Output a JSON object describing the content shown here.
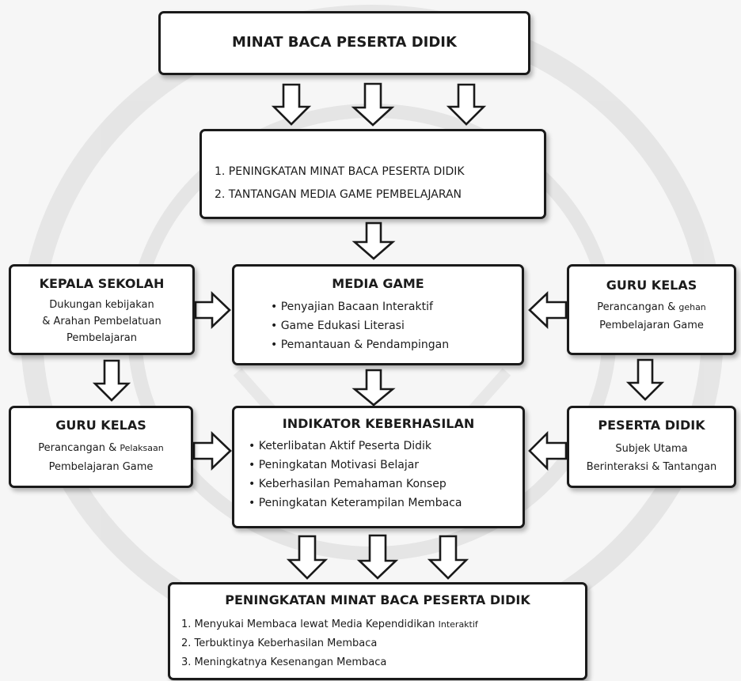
{
  "top": {
    "title": "MINAT BACA PESERTA DIDIK"
  },
  "focus": {
    "items": [
      "1. PENINGKATAN MINAT BACA PESERTA DIDIK",
      "2. TANTANGAN MEDIA GAME PEMBELAJARAN"
    ]
  },
  "kepala_sekolah": {
    "title": "KEPALA SEKOLAH",
    "lines": [
      "Dukungan kebijakan",
      "& Arahan Pembelatuan",
      "Pembelajaran"
    ]
  },
  "media_game": {
    "title": "MEDIA GAME",
    "items": [
      "• Penyajian Bacaan Interaktif",
      "• Game Edukasi Literasi",
      "• Pemantauan & Pendampingan"
    ]
  },
  "guru_kelas_right": {
    "title": "GURU KELAS",
    "line1_main": "Perancangan & ",
    "line1_small": "gehan",
    "line2": "Pembelajaran Game"
  },
  "guru_kelas_left": {
    "title": "GURU KELAS",
    "line1_main": "Perancangan & ",
    "line1_small": "Pelaksaan",
    "line2": "Pembelajaran Game"
  },
  "indikator": {
    "title": "INDIKATOR KEBERHASILAN",
    "items": [
      "• Keterlibatan Aktif Peserta Didik",
      "• Peningkatan Motivasi Belajar",
      "• Keberhasilan Pemahaman Konsep",
      "• Peningkatan Keterampilan Membaca"
    ]
  },
  "peserta_didik": {
    "title": "PESERTA DIDIK",
    "lines": [
      "Subjek Utama",
      "Berinteraksi & Tantangan"
    ]
  },
  "bottom": {
    "title": "PENINGKATAN MINAT BACA PESERTA DIDIK",
    "item1_main": "1. Menyukai Membaca lewat Media Kependidikan ",
    "item1_small": "Interaktif",
    "item2": "2. Terbuktinya Keberhasilan Membaca",
    "item3": "3. Meningkatnya Kesenangan Membaca"
  }
}
